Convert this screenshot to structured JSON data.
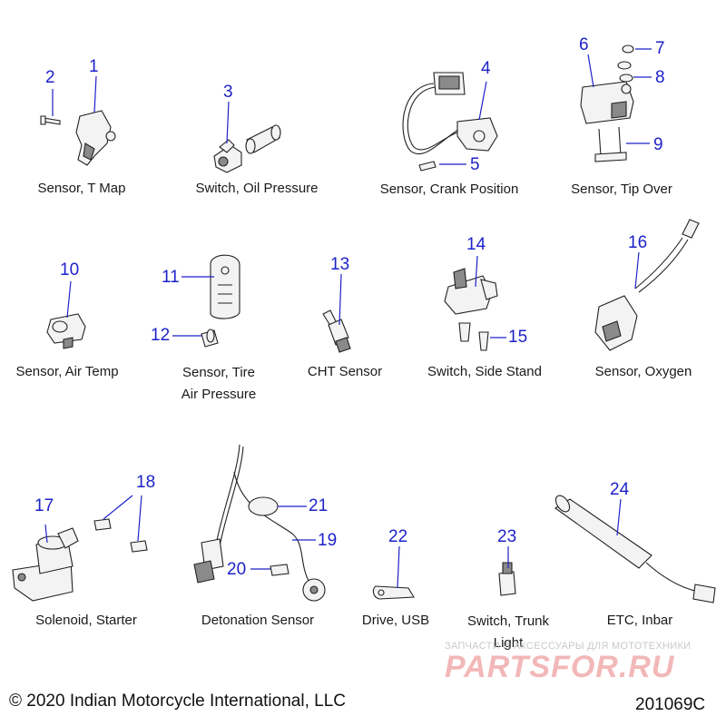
{
  "parts": [
    {
      "id": "sensor-t-map",
      "caption": "Sensor, T Map"
    },
    {
      "id": "switch-oil-pressure",
      "caption": "Switch, Oil Pressure"
    },
    {
      "id": "sensor-crank-position",
      "caption": "Sensor, Crank Position"
    },
    {
      "id": "sensor-tip-over",
      "caption": "Sensor, Tip Over"
    },
    {
      "id": "sensor-air-temp",
      "caption": "Sensor, Air Temp"
    },
    {
      "id": "sensor-tire-air-pressure",
      "caption": "Sensor, Tire\nAir Pressure"
    },
    {
      "id": "cht-sensor",
      "caption": "CHT Sensor"
    },
    {
      "id": "switch-side-stand",
      "caption": "Switch, Side Stand"
    },
    {
      "id": "sensor-oxygen",
      "caption": "Sensor, Oxygen"
    },
    {
      "id": "solenoid-starter",
      "caption": "Solenoid, Starter"
    },
    {
      "id": "detonation-sensor",
      "caption": "Detonation Sensor"
    },
    {
      "id": "drive-usb",
      "caption": "Drive, USB"
    },
    {
      "id": "switch-trunk-light",
      "caption": "Switch, Trunk\nLight"
    },
    {
      "id": "etc-inbar",
      "caption": "ETC, Inbar"
    }
  ],
  "callouts": [
    "1",
    "2",
    "3",
    "4",
    "5",
    "6",
    "7",
    "8",
    "9",
    "10",
    "11",
    "12",
    "13",
    "14",
    "15",
    "16",
    "17",
    "18",
    "19",
    "20",
    "21",
    "22",
    "23",
    "24"
  ],
  "footer": {
    "copyright": "© 2020 Indian Motorcycle International, LLC",
    "diagram_id": "201069C"
  },
  "watermark": {
    "line": "ЗАПЧАСТИ И АКСЕССУАРЫ ДЛЯ МОТОТЕХНИКИ",
    "logo": "PARTSFOR.RU"
  },
  "colors": {
    "callout": "#1e22c8",
    "text": "#1a1a1a",
    "watermark_logo": "#f2b8b8"
  }
}
